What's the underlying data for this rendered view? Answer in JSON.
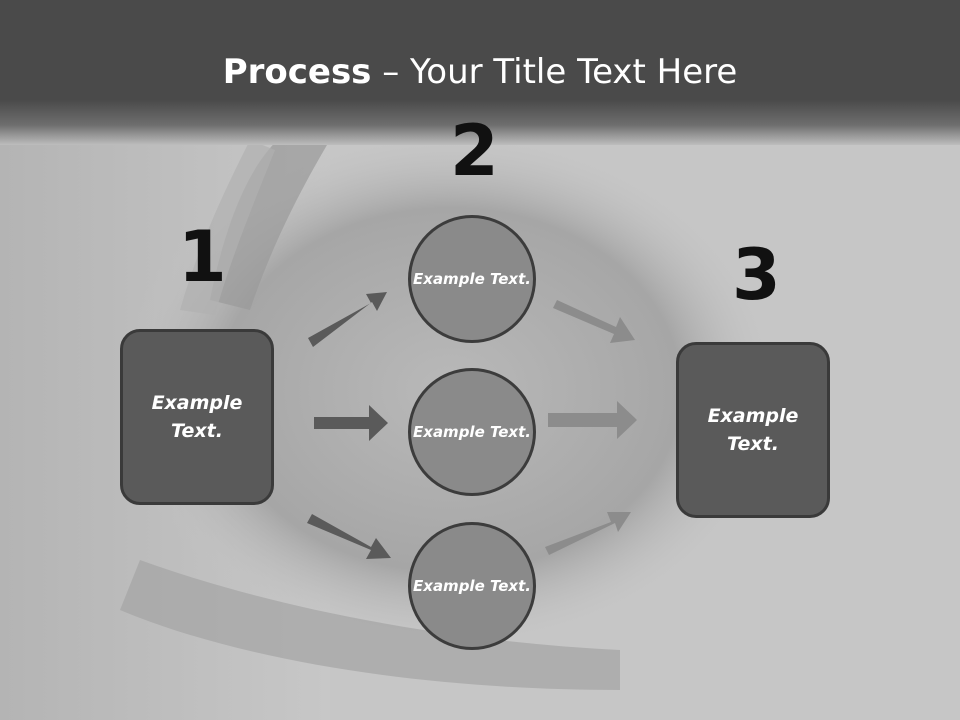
{
  "slide": {
    "title_bold": "Process",
    "title_rest": " – Your Title Text Here"
  },
  "steps": {
    "one": "1",
    "two": "2",
    "three": "3"
  },
  "left_box": {
    "label": "Example Text."
  },
  "right_box": {
    "label": "Example Text."
  },
  "circles": {
    "top": {
      "label": "Example Text."
    },
    "middle": {
      "label": "Example Text."
    },
    "bottom": {
      "label": "Example Text."
    }
  },
  "colors": {
    "header": "#4a4a4a",
    "box_fill": "#5a5a5a",
    "circle_fill": "#8a8a8a",
    "arrow_dark": "#5a5a5a",
    "arrow_light": "#8c8c8c",
    "background": "#c8c8c8"
  }
}
